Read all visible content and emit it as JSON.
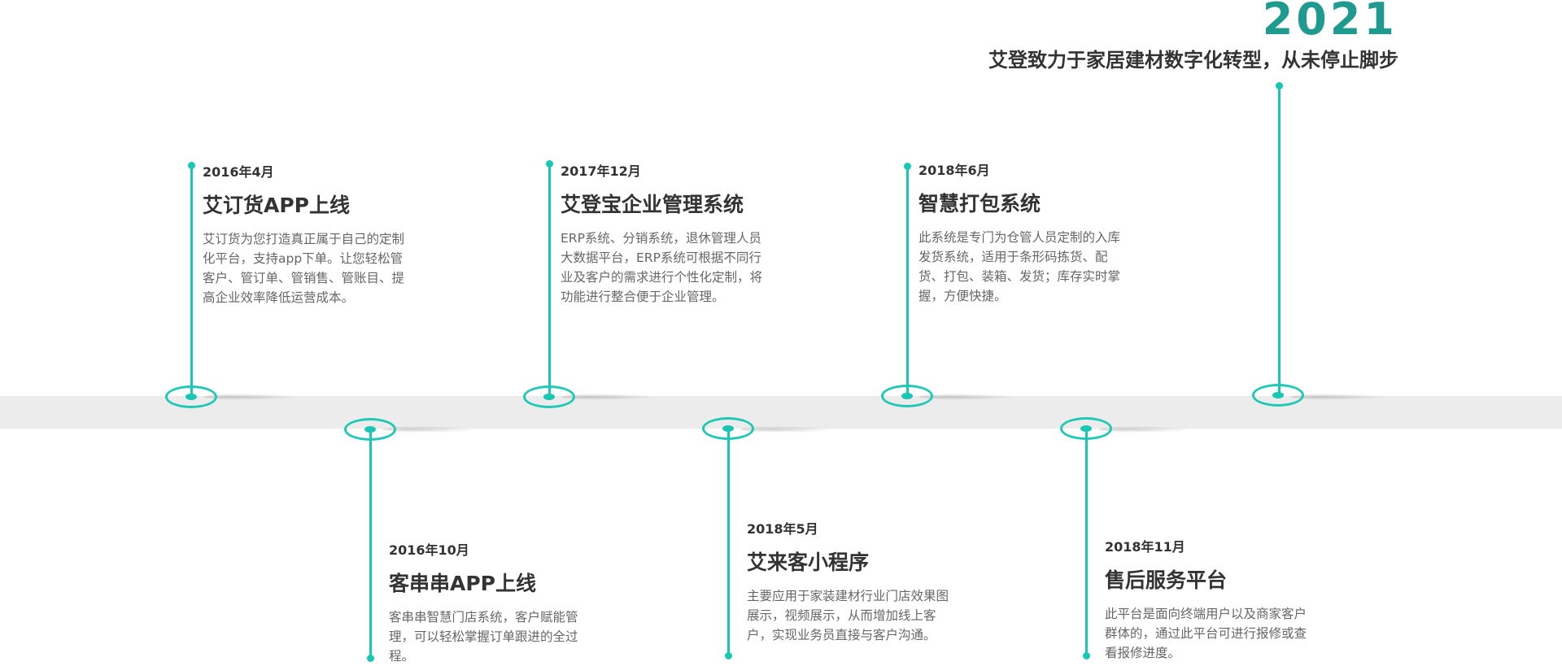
{
  "header": {
    "year": "2021",
    "slogan": "艾登致力于家居建材数字化转型，从未停止脚步"
  },
  "milestones": [
    {
      "date": "2016年4月",
      "title": "艾订货APP上线",
      "description": "艾订货为您打造真正属于自己的定制化平台，支持app下单。让您轻松管客户、管订单、管销售、管账目、提高企业效率降低运营成本。"
    },
    {
      "date": "2016年10月",
      "title": "客串串APP上线",
      "description": "客串串智慧门店系统，客户赋能管理，可以轻松掌握订单跟进的全过程。"
    },
    {
      "date": "2017年12月",
      "title": "艾登宝企业管理系统",
      "description": "ERP系统、分销系统，退休管理人员大数据平台，ERP系统可根据不同行业及客户的需求进行个性化定制，将功能进行整合便于企业管理。"
    },
    {
      "date": "2018年5月",
      "title": "艾来客小程序",
      "description": "主要应用于家装建材行业门店效果图展示，视频展示，从而增加线上客户，实现业务员直接与客户沟通。"
    },
    {
      "date": "2018年6月",
      "title": "智慧打包系统",
      "description": "此系统是专门为仓管人员定制的入库发货系统，适用于条形码拣货、配货、打包、装箱、发货；库存实时掌握，方便快捷。"
    },
    {
      "date": "2018年11月",
      "title": "售后服务平台",
      "description": "此平台是面向终端用户以及商家客户群体的，通过此平台可进行报修或查看报修进度。"
    }
  ]
}
